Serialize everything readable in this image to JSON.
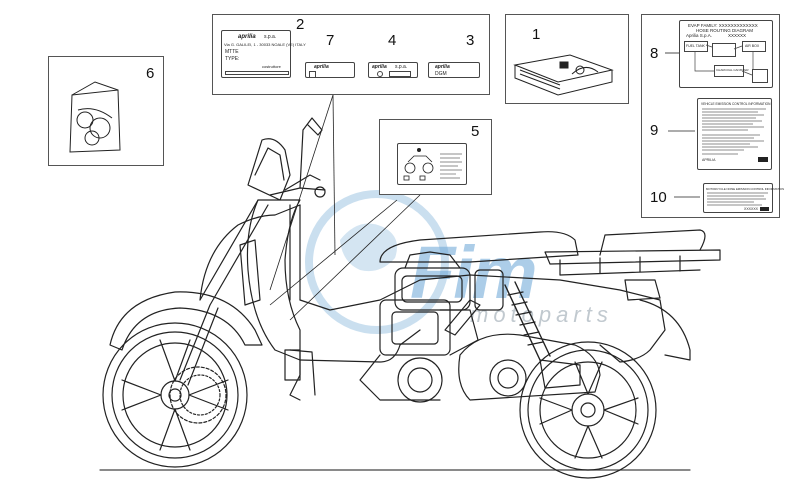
{
  "callouts": [
    "1",
    "2",
    "3",
    "4",
    "5",
    "6",
    "7",
    "8",
    "9",
    "10"
  ],
  "labels": {
    "plate_brand": "aprilia",
    "plate_brand_suffix": "s.p.a.",
    "plate_address": "Via G. GALILEI, 1 - 30033 NOALE (VE) ITALY",
    "plate_mtte": "MTTE",
    "plate_type": "TYPE:",
    "plate_footer": "costruttore",
    "label7_brand": "aprilia",
    "label4_brand": "aprilia",
    "label4_suffix": "s.p.a.",
    "label3_brand": "aprilia",
    "label3_text": "DGM",
    "hose_title": "EVAP FAMILY: XXXXXXXXXXXXX",
    "hose_subtitle": "HOSE ROUTING DIAGRAM",
    "hose_brand": "Aprilia S.p.A.",
    "hose_code": "XXXXXX",
    "hose_fuel_tank": "FUEL TANK",
    "hose_air_box": "AIR BOX",
    "hose_canister": "CHARCOAL CANISTER",
    "emission_title": "VEHICLE EMISSION CONTROL INFORMATION",
    "emission_brand": "APRILIA",
    "noise_title": "MOTORCYCLE NOISE EMISSION CONTROL INFORMATION",
    "noise_code": "XXXXXX"
  },
  "colors": {
    "line": "#222222",
    "watermark_blue": "#6aa6d6",
    "watermark_light": "#b8d4ea",
    "watermark_gray": "#a8b3bc"
  },
  "watermark": {
    "text": "Fim",
    "subtext": "motoparts"
  }
}
